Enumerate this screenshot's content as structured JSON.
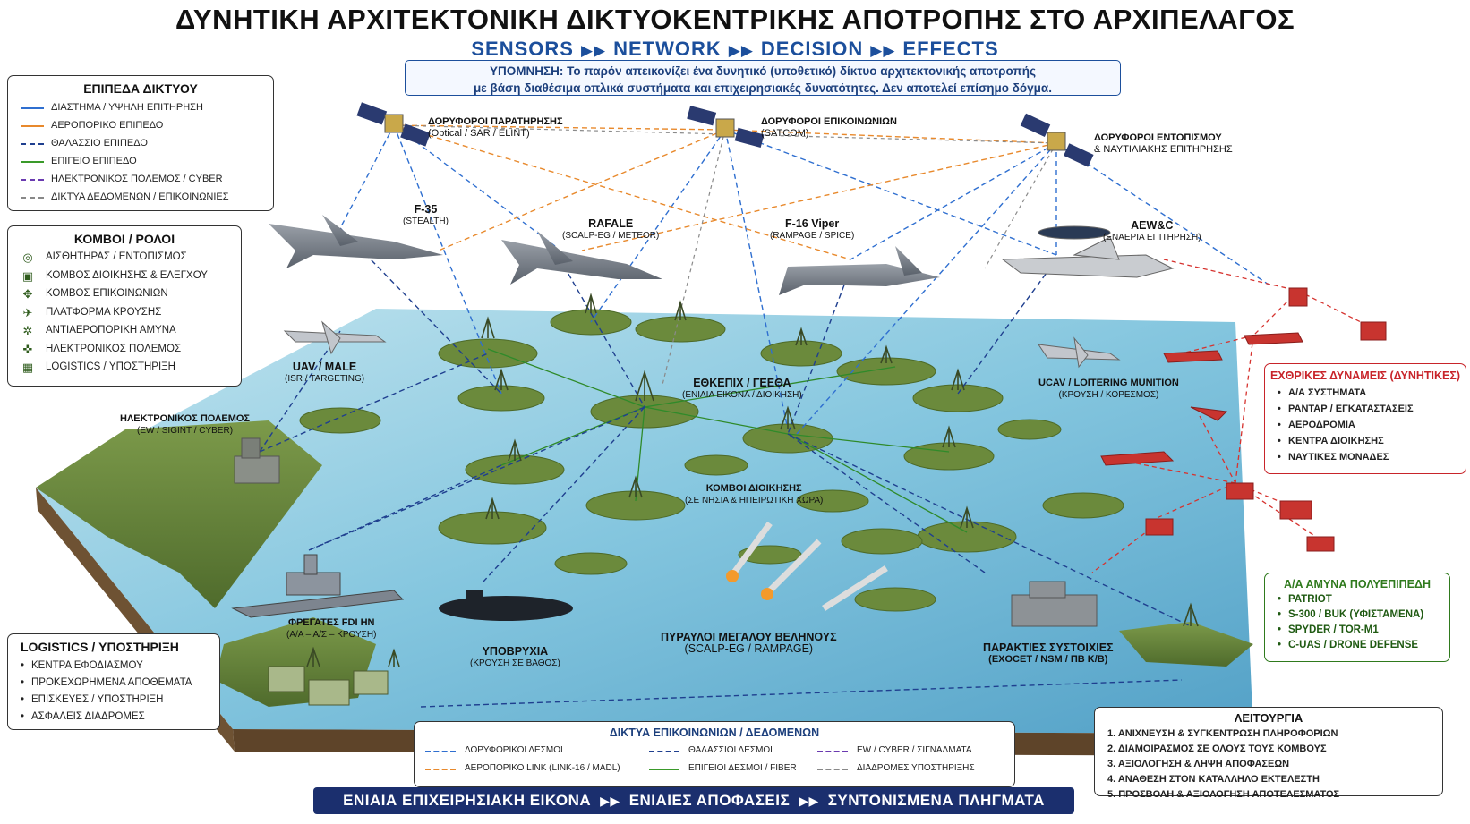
{
  "header": {
    "title": "ΔΥΝΗΤΙΚΗ ΑΡΧΙΤΕΚΤΟΝΙΚΗ ΔΙΚΤΥΟΚΕΝΤΡΙΚΗΣ ΑΠΟΤΡΟΠΗΣ ΣΤΟ ΑΡΧΙΠΕΛΑΓΟΣ",
    "subtitle_steps": [
      "SENSORS",
      "NETWORK",
      "DECISION",
      "EFFECTS"
    ],
    "note_line1": "ΥΠΟΜΝΗΣΗ: Το παρόν απεικονίζει ένα δυνητικό (υποθετικό) δίκτυο αρχιτεκτονικής αποτροπής",
    "note_line2": "με βάση διαθέσιμα οπλικά συστήματα και επιχειρησιακές δυνατότητες. Δεν αποτελεί επίσημο δόγμα."
  },
  "network_levels": {
    "title": "ΕΠΙΠΕΔΑ ΔΙΚΤΥΟΥ",
    "items": [
      {
        "label": "ΔΙΑΣΤΗΜΑ / ΥΨΗΛΗ ΕΠΙΤΗΡΗΣΗ",
        "color": "#2f6fd0",
        "style": "solid"
      },
      {
        "label": "ΑΕΡΟΠΟΡΙΚΟ ΕΠΙΠΕΔΟ",
        "color": "#e8892c",
        "style": "solid"
      },
      {
        "label": "ΘΑΛΑΣΣΙΟ ΕΠΙΠΕΔΟ",
        "color": "#1f3f8f",
        "style": "dashed"
      },
      {
        "label": "ΕΠΙΓΕΙΟ ΕΠΙΠΕΔΟ",
        "color": "#3a9a2a",
        "style": "solid"
      },
      {
        "label": "ΗΛΕΚΤΡΟΝΙΚΟΣ ΠΟΛΕΜΟΣ / CYBER",
        "color": "#6a3ab0",
        "style": "dashed"
      },
      {
        "label": "ΔΙΚΤΥΑ ΔΕΔΟΜΕΝΩΝ / ΕΠΙΚΟΙΝΩΝΙΕΣ",
        "color": "#888888",
        "style": "dashed"
      }
    ]
  },
  "nodes_roles": {
    "title": "ΚΟΜΒΟΙ / ΡΟΛΟΙ",
    "items": [
      {
        "label": "ΑΙΣΘΗΤΗΡΑΣ / ΕΝΤΟΠΙΣΜΟΣ",
        "icon": "sensor-icon",
        "glyph": "◎"
      },
      {
        "label": "ΚΟΜΒΟΣ ΔΙΟΙΚΗΣΗΣ & ΕΛΕΓΧΟΥ",
        "icon": "command-node-icon",
        "glyph": "▣"
      },
      {
        "label": "ΚΟΜΒΟΣ ΕΠΙΚΟΙΝΩΝΙΩΝ",
        "icon": "comms-node-icon",
        "glyph": "✥"
      },
      {
        "label": "ΠΛΑΤΦΟΡΜΑ ΚΡΟΥΣΗΣ",
        "icon": "strike-platform-icon",
        "glyph": "✈"
      },
      {
        "label": "ΑΝΤΙΑΕΡΟΠΟΡΙΚΗ ΑΜΥΝΑ",
        "icon": "air-defense-icon",
        "glyph": "✲"
      },
      {
        "label": "ΗΛΕΚΤΡΟΝΙΚΟΣ ΠΟΛΕΜΟΣ",
        "icon": "electronic-warfare-icon",
        "glyph": "✜"
      },
      {
        "label": "LOGISTICS / ΥΠΟΣΤΗΡΙΞΗ",
        "icon": "logistics-icon",
        "glyph": "▦"
      }
    ]
  },
  "satellites": [
    {
      "name": "ΔΟΡΥΦΟΡΟΙ ΠΑΡΑΤΗΡΗΣΗΣ",
      "detail": "(Optical / SAR / ELINT)"
    },
    {
      "name": "ΔΟΡΥΦΟΡΟΙ ΕΠΙΚΟΙΝΩΝΙΩΝ",
      "detail": "(SATCOM)"
    },
    {
      "name": "ΔΟΡΥΦΟΡΟΙ ΕΝΤΟΠΙΣΜΟΥ",
      "detail": "& ΝΑΥΤΙΛΙΑΚΗΣ ΕΠΙΤΗΡΗΣΗΣ"
    }
  ],
  "aircraft": [
    {
      "name": "F-35",
      "detail": "(STEALTH)"
    },
    {
      "name": "RAFALE",
      "detail": "(SCALP-EG / METEOR)"
    },
    {
      "name": "F-16 Viper",
      "detail": "(RAMPAGE / SPICE)"
    },
    {
      "name": "AEW&C",
      "detail": "(ΕΝΑΕΡΙΑ ΕΠΙΤΗΡΗΣΗ)"
    }
  ],
  "assets": {
    "uav": {
      "name": "UAV / MALE",
      "detail": "(ISR / TARGETING)"
    },
    "ew": {
      "name": "ΗΛΕΚΤΡΟΝΙΚΟΣ ΠΟΛΕΜΟΣ",
      "detail": "(EW / SIGINT / CYBER)"
    },
    "hq": {
      "name": "ΕΘΚΕΠΙΧ / ΓΕΕΘΑ",
      "detail": "(ΕΝΙΑΙΑ ΕΙΚΟΝΑ / ΔΙΟΙΚΗΣΗ)"
    },
    "ucav": {
      "name": "UCAV / LOITERING MUNITION",
      "detail": "(ΚΡΟΥΣΗ / ΚΟΡΕΣΜΟΣ)"
    },
    "command_nodes": {
      "name": "ΚΟΜΒΟΙ ΔΙΟΙΚΗΣΗΣ",
      "detail": "(ΣΕ ΝΗΣΙΑ & ΗΠΕΙΡΩΤΙΚΗ ΧΩΡΑ)"
    },
    "frigates": {
      "name": "ΦΡΕΓΑΤΕΣ FDI HN",
      "detail": "(Α/Α – Α/Σ – ΚΡΟΥΣΗ)"
    },
    "submarines": {
      "name": "ΥΠΟΒΡΥΧΙΑ",
      "detail": "(ΚΡΟΥΣΗ ΣΕ ΒΑΘΟΣ)"
    },
    "missiles": {
      "name": "ΠΥΡΑΥΛΟΙ ΜΕΓΑΛΟΥ ΒΕΛΗΝΟΥΣ",
      "detail": "(SCALP-EG / RAMPAGE)"
    },
    "coastal": {
      "name": "ΠΑΡΑΚΤΙΕΣ ΣΥΣΤΟΙΧΙΕΣ",
      "detail": "(EXOCET / NSM / ΠΒ Κ/Β)"
    }
  },
  "enemy_forces": {
    "title": "ΕΧΘΡΙΚΕΣ ΔΥΝΑΜΕΙΣ (ΔΥΝΗΤΙΚΕΣ)",
    "items": [
      "Α/Α ΣΥΣΤΗΜΑΤΑ",
      "ΡΑΝΤΑΡ / ΕΓΚΑΤΑΣΤΑΣΕΙΣ",
      "ΑΕΡΟΔΡΟΜΙΑ",
      "ΚΕΝΤΡΑ ΔΙΟΙΚΗΣΗΣ",
      "ΝΑΥΤΙΚΕΣ ΜΟΝΑΔΕΣ"
    ],
    "color": "#c8242a"
  },
  "air_defense": {
    "title": "Α/Α ΑΜΥΝΑ ΠΟΛΥΕΠΙΠΕΔΗ",
    "items": [
      "PATRIOT",
      "S-300 / BUK (ΥΦΙΣΤΑΜΕΝΑ)",
      "SPYDER / TOR-M1",
      "C-UAS / DRONE DEFENSE"
    ],
    "color": "#2f7a1d"
  },
  "logistics": {
    "title": "LOGISTICS / ΥΠΟΣΤΗΡΙΞΗ",
    "items": [
      "ΚΕΝΤΡΑ ΕΦΟΔΙΑΣΜΟΥ",
      "ΠΡΟΚΕΧΩΡΗΜΕΝΑ ΑΠΟΘΕΜΑΤΑ",
      "ΕΠΙΣΚΕΥΕΣ / ΥΠΟΣΤΗΡΙΞΗ",
      "ΑΣΦΑΛΕΙΣ ΔΙΑΔΡΟΜΕΣ"
    ]
  },
  "comms_networks": {
    "title": "ΔΙΚΤΥΑ ΕΠΙΚΟΙΝΩΝΙΩΝ / ΔΕΔΟΜΕΝΩΝ",
    "items": [
      {
        "label": "ΔΟΡΥΦΟΡΙΚΟΙ ΔΕΣΜΟΙ",
        "color": "#2f6fd0",
        "style": "dashed"
      },
      {
        "label": "ΘΑΛΑΣΣΙΟΙ ΔΕΣΜΟΙ",
        "color": "#1f3f8f",
        "style": "dashed"
      },
      {
        "label": "EW / CYBER / ΣΙΓΝΑΛΜΑΤΑ",
        "color": "#6a3ab0",
        "style": "dashed"
      },
      {
        "label": "ΑΕΡΟΠΟΡΙΚΟ LINK (LINK-16 / MADL)",
        "color": "#e8892c",
        "style": "dashed"
      },
      {
        "label": "ΕΠΙΓΕΙΟΙ ΔΕΣΜΟΙ / FIBER",
        "color": "#3a9a2a",
        "style": "solid"
      },
      {
        "label": "ΔΙΑΔΡΟΜΕΣ ΥΠΟΣΤΗΡΙΞΗΣ",
        "color": "#888888",
        "style": "dashed"
      }
    ]
  },
  "functions": {
    "title": "ΛΕΙΤΟΥΡΓΙΑ",
    "items": [
      "1. ΑΝΙΧΝΕΥΣΗ & ΣΥΓΚΕΝΤΡΩΣΗ ΠΛΗΡΟΦΟΡΙΩΝ",
      "2. ΔΙΑΜΟΙΡΑΣΜΟΣ ΣΕ ΟΛΟΥΣ ΤΟΥΣ ΚΟΜΒΟΥΣ",
      "3. ΑΞΙΟΛΟΓΗΣΗ & ΛΗΨΗ ΑΠΟΦΑΣΕΩΝ",
      "4. ΑΝΑΘΕΣΗ ΣΤΟΝ ΚΑΤΑΛΛΗΛΟ ΕΚΤΕΛΕΣΤΗ",
      "5. ΠΡΟΣΒΟΛΗ & ΑΞΙΟΛΟΓΗΣΗ ΑΠΟΤΕΛΕΣΜΑΤΟΣ"
    ]
  },
  "footer": {
    "steps": [
      "ΕΝΙΑΙΑ ΕΠΙΧΕΙΡΗΣΙΑΚΗ ΕΙΚΟΝΑ",
      "ΕΝΙΑΙΕΣ ΑΠΟΦΑΣΕΙΣ",
      "ΣΥΝΤΟΝΙΣΜΕΝΑ ΠΛΗΓΜΑΤΑ"
    ]
  }
}
